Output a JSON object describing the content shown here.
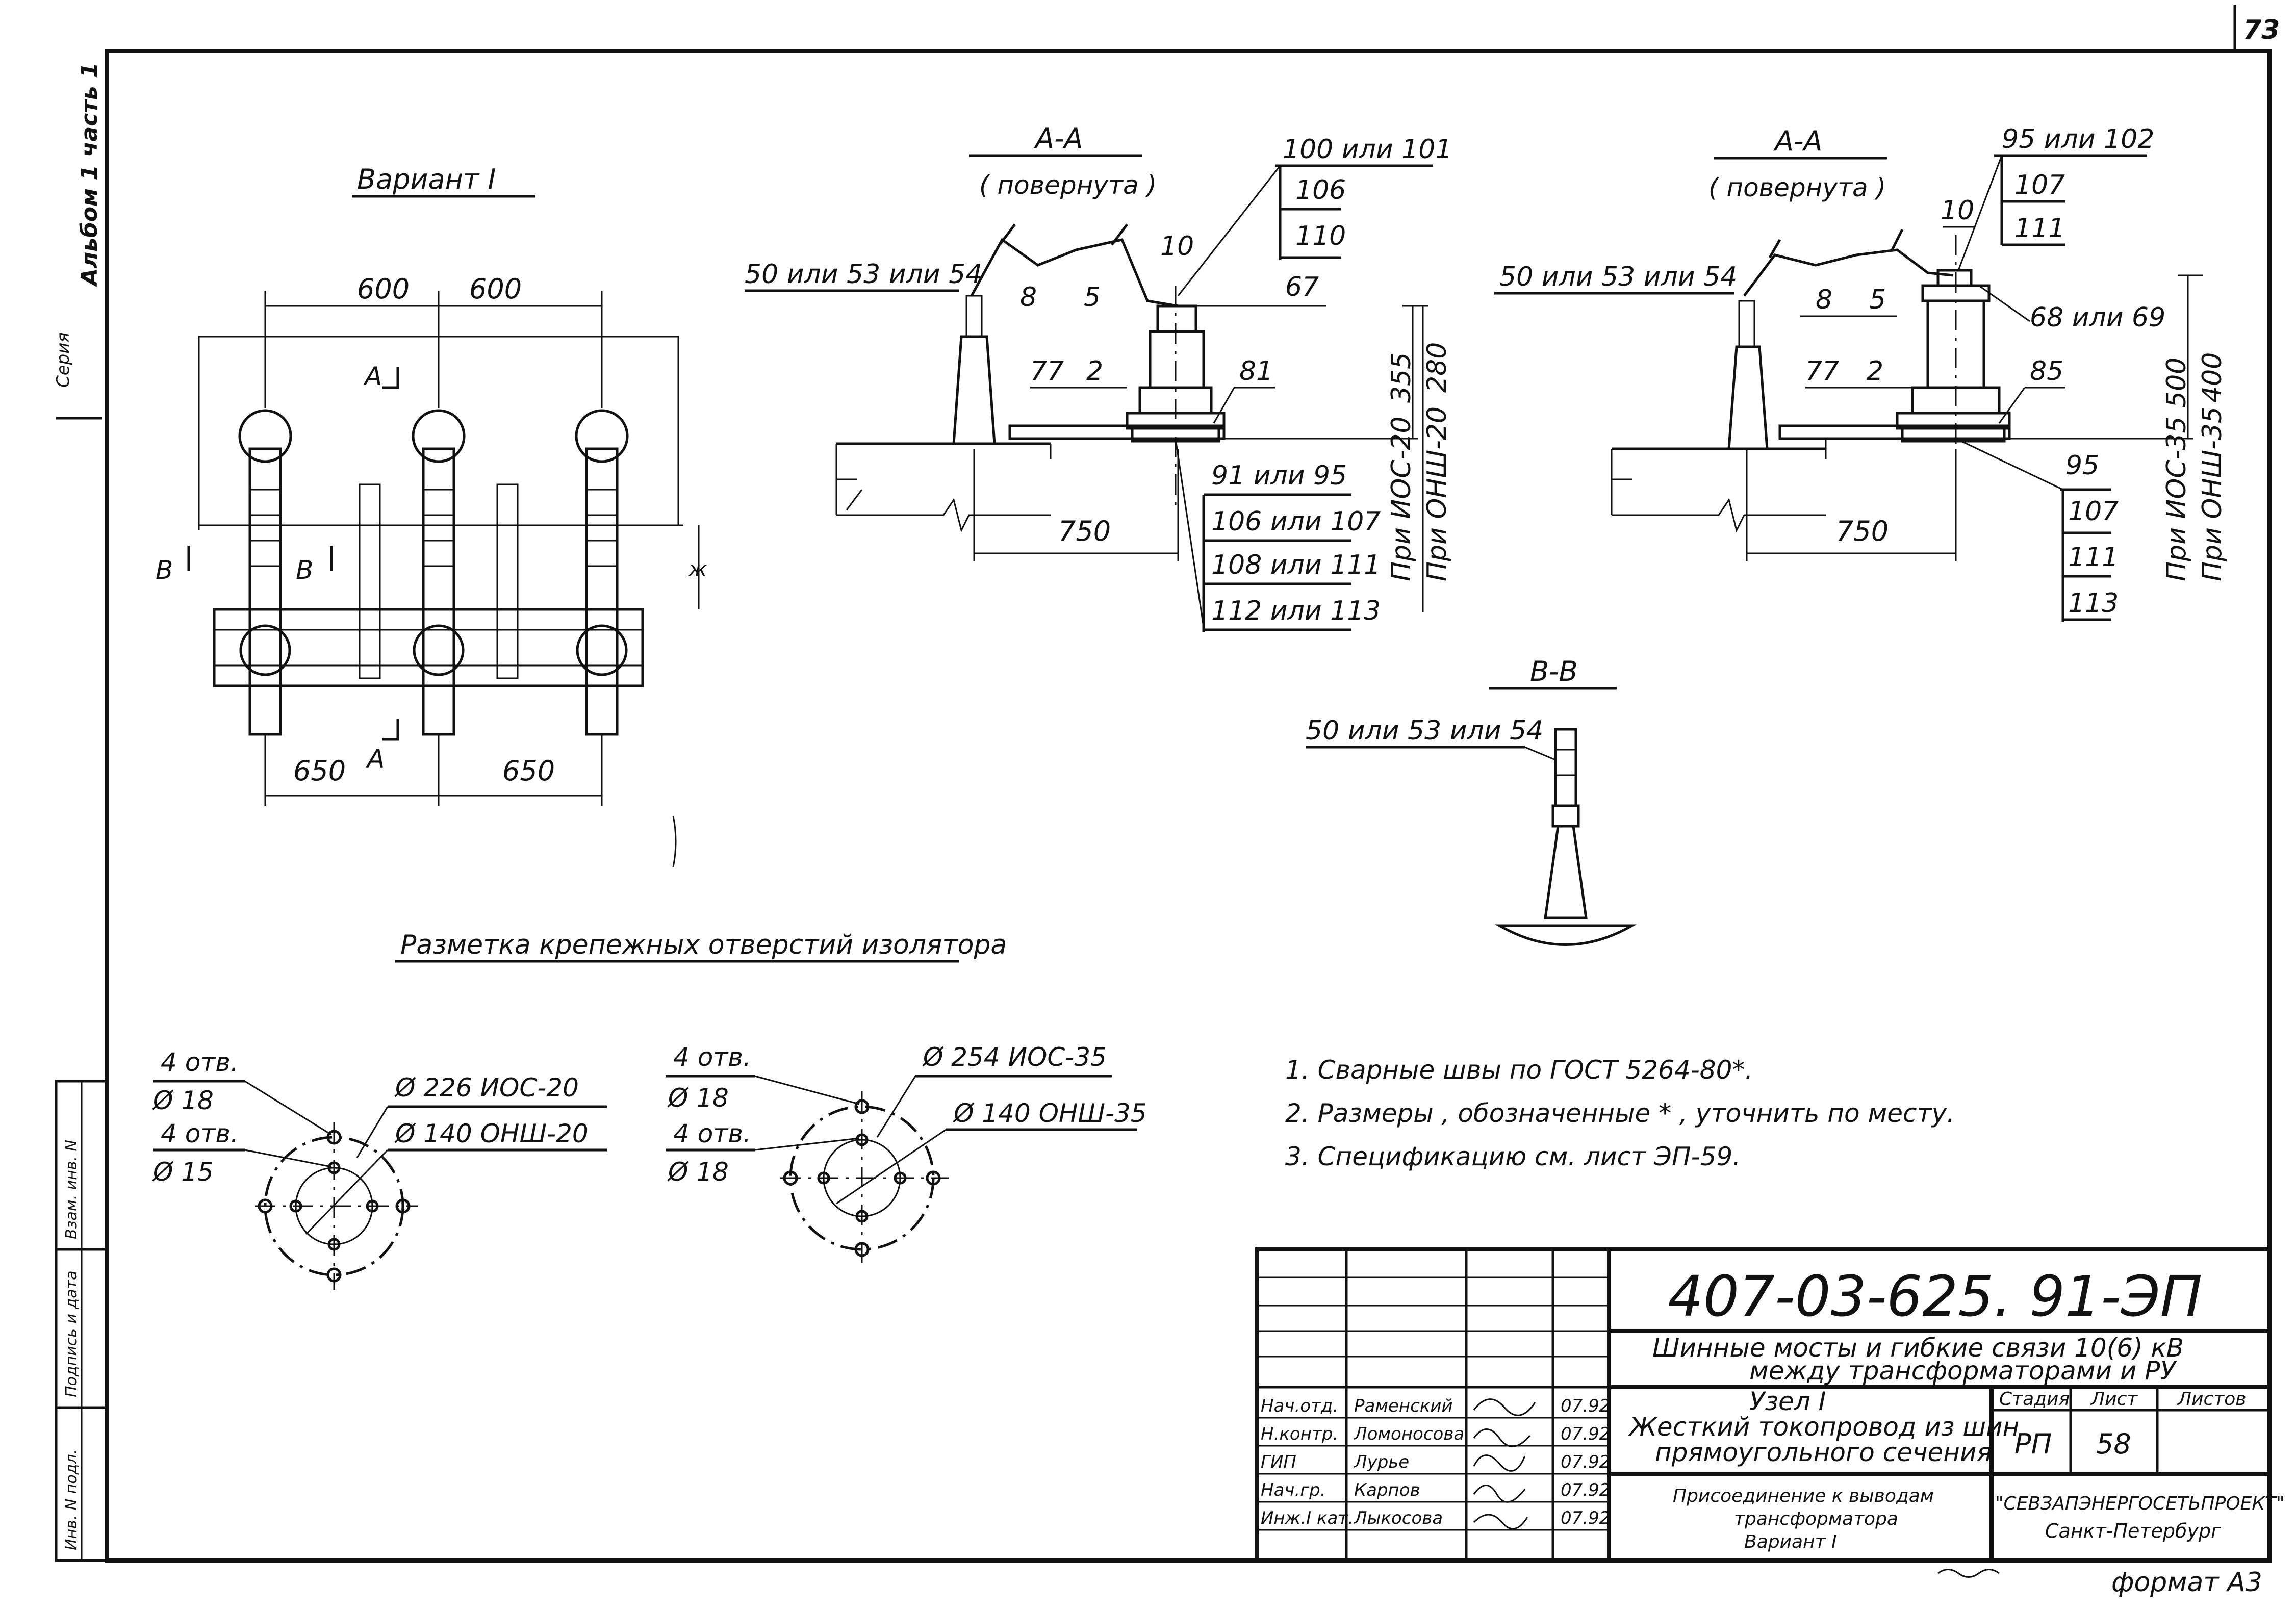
{
  "page_number": "73",
  "binding_strip": {
    "album": "Альбом 1 часть 1",
    "series": "Серия",
    "stamps": [
      "Взам. инв. N",
      "Подпись и дата",
      "Инв. N подл."
    ]
  },
  "variant_title": "Вариант  I",
  "plan_view": {
    "dims_top": [
      "600",
      "600"
    ],
    "dims_bottom": [
      "650",
      "650"
    ],
    "section_marks": {
      "a": "А",
      "b": "В",
      "star": "ж"
    }
  },
  "section_aa_left": {
    "title": "А-А",
    "subtitle": "( повернута )",
    "callouts_top": [
      "100 или 101",
      "106",
      "110"
    ],
    "bus_ref": "50 или 53 или 54",
    "refs": [
      "8",
      "5",
      "10",
      "67",
      "77",
      "2",
      "81"
    ],
    "callouts_bottom": [
      "91 или 95",
      "106 или 107",
      "108 или 111",
      "112 или 113"
    ],
    "dim_horizontal": "750",
    "dim_heights": [
      "355",
      "280"
    ],
    "notes": [
      "При ИОС-20",
      "При ОНШ-20"
    ]
  },
  "section_aa_right": {
    "title": "А-А",
    "subtitle": "( повернута )",
    "callouts_top": [
      "95 или 102",
      "107",
      "111"
    ],
    "bus_ref": "50 или 53 или 54",
    "refs": [
      "10",
      "8",
      "5",
      "68 или 69",
      "77",
      "2",
      "85"
    ],
    "callouts_bottom": [
      "95",
      "107",
      "111",
      "113"
    ],
    "dim_horizontal": "750",
    "dim_heights": [
      "500",
      "400"
    ],
    "notes": [
      "При ИОС-35",
      "При ОНШ-35"
    ]
  },
  "section_bb": {
    "title": "В-В",
    "bus_ref": "50 или 53 или 54"
  },
  "markup_title": "Разметка крепежных отверстий изолятора",
  "markup_left": {
    "holes_a_count": "4 отв.",
    "holes_a_dia": "Ø 18",
    "holes_b_count": "4 отв.",
    "holes_b_dia": "Ø 15",
    "circle_a": "Ø 226  ИОС-20",
    "circle_b": "Ø 140  ОНШ-20"
  },
  "markup_right": {
    "holes_a_count": "4 отв.",
    "holes_a_dia": "Ø 18",
    "holes_b_count": "4 отв.",
    "holes_b_dia": "Ø 18",
    "circle_a": "Ø 254  ИОС-35",
    "circle_b": "Ø 140  ОНШ-35"
  },
  "notes": [
    "1.  Сварные швы по ГОСТ 5264-80*.",
    "2.  Размеры , обозначенные * , уточнить по месту.",
    "3.  Спецификацию см. лист ЭП-59."
  ],
  "title_block": {
    "code": "407-03-625. 91-ЭП",
    "project_line1": "Шинные мосты и гибкие связи 10(6) кВ",
    "project_line2": "между трансформаторами и РУ",
    "sheet_line1": "Узел I",
    "sheet_line2": "Жесткий токопровод из шин",
    "sheet_line3": "прямоугольного сечения",
    "drawing_line1": "Присоединение к выводам",
    "drawing_line2": "трансформатора",
    "drawing_line3": "Вариант    I",
    "stage_header": "Стадия",
    "sheet_header": "Лист",
    "sheets_header": "Листов",
    "stage": "РП",
    "sheet": "58",
    "sheets": "",
    "org_line1": "\"СЕВЗАПЭНЕРГОСЕТЬПРОЕКТ\"",
    "org_line2": "Санкт-Петербург",
    "staff": [
      {
        "role": "Нач.отд.",
        "name": "Раменский",
        "date": "07.92"
      },
      {
        "role": "Н.контр.",
        "name": "Ломоносова",
        "date": "07.92"
      },
      {
        "role": "ГИП",
        "name": "Лурье",
        "date": "07.92"
      },
      {
        "role": "Нач.гр.",
        "name": "Карпов",
        "date": "07.92"
      },
      {
        "role": "Инж.I кат.",
        "name": "Лыкосова",
        "date": "07.92"
      }
    ]
  },
  "format": "формат А3"
}
